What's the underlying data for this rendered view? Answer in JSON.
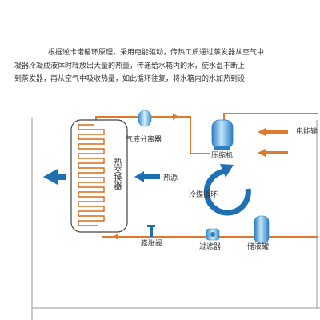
{
  "description": {
    "lines": [
      "根据逆卡诺循环原理，采用电能驱动，传热工质通过蒸发器从空气中",
      "凝器冷凝成液体时释放出大量的热量，传递给水箱内的水，使水温不断上",
      "到蒸发器，再从空气中吸收热量，如此循环往复，将水箱内的水加热到设"
    ]
  },
  "components": {
    "heat_exchanger": "热交换器",
    "gas_liquid_separator": "气液分离器",
    "compressor": "压缩机",
    "electric_input": "电能输",
    "heat_source": "热源",
    "refrigerant_cycle": "冷媒循环",
    "expansion_valve": "膨胀阀",
    "filter": "过滤器",
    "liquid_receiver": "储液罐"
  },
  "colors": {
    "pipe": "#e07a2a",
    "pipe_dark": "#c8641e",
    "flow_arrow": "#1f6fb5",
    "component": "#4a9fd6",
    "component_light": "#bfe3fa",
    "frame": "#9a9a9a",
    "coil": "#d96a1a"
  }
}
